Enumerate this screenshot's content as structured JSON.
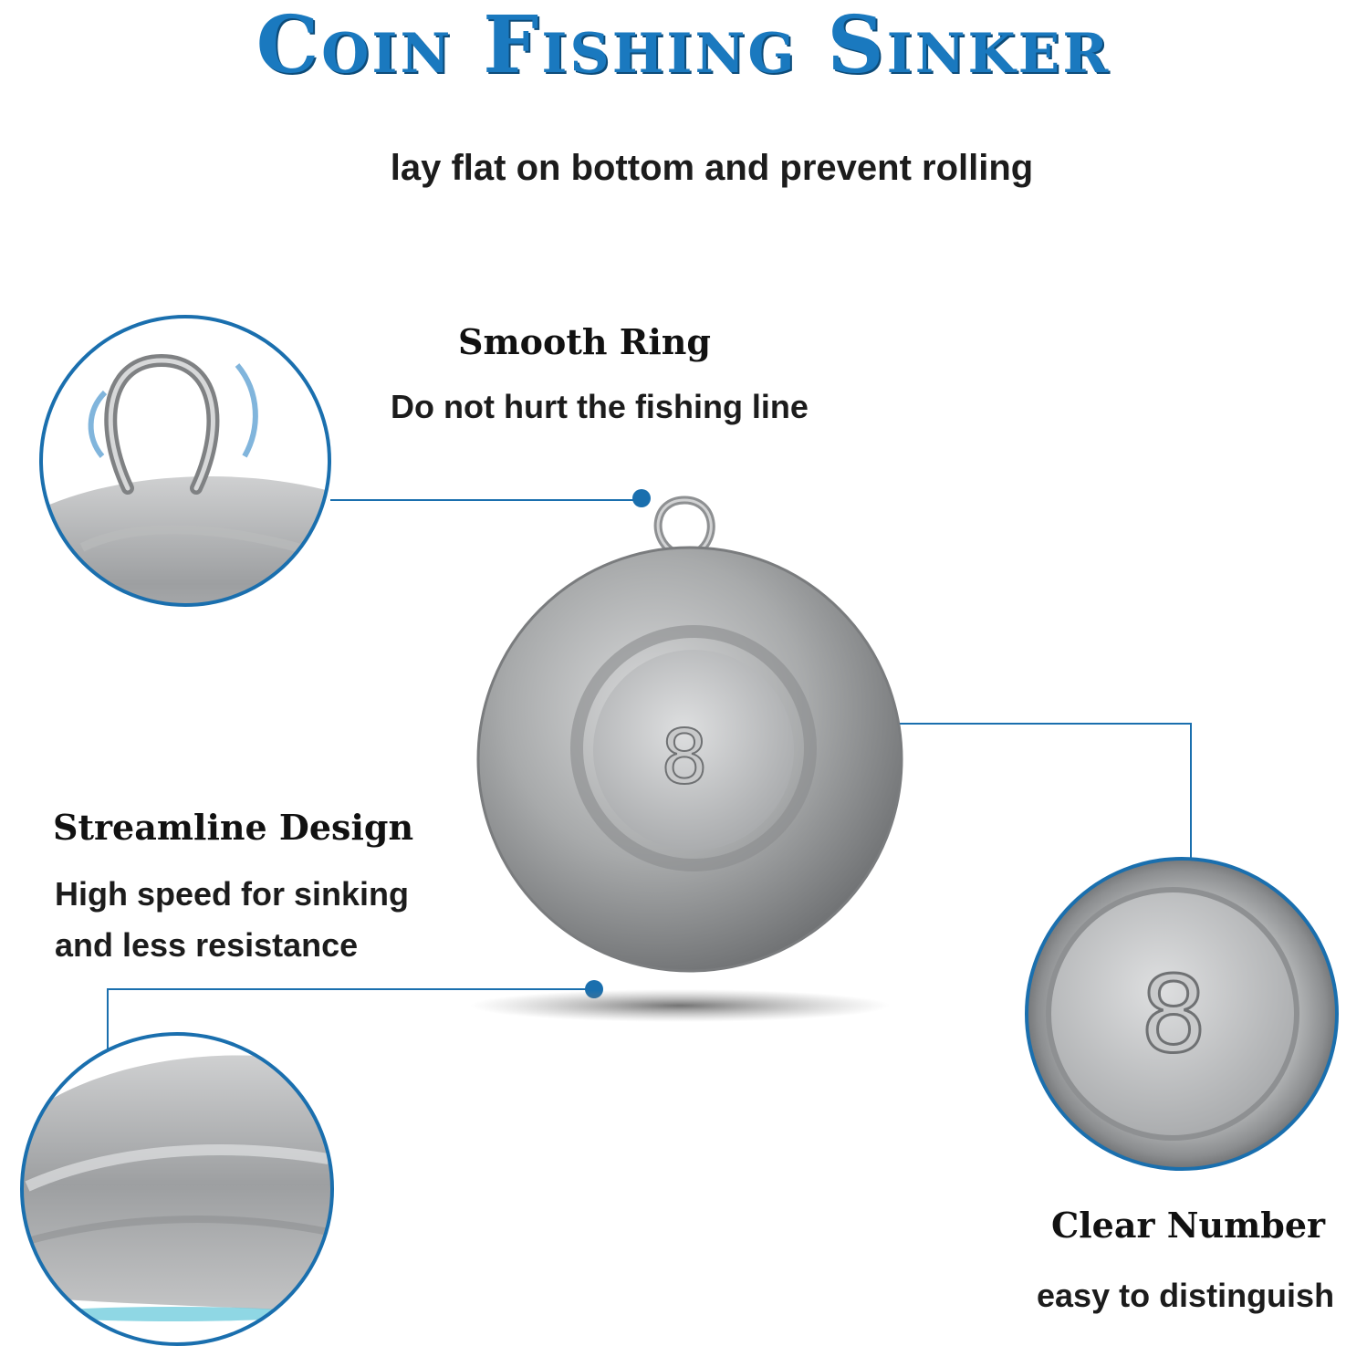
{
  "title": "Coin Fishing Sinker",
  "subtitle": "lay flat on bottom and prevent rolling",
  "features": {
    "smooth_ring": {
      "title": "Smooth Ring",
      "desc": "Do not hurt the fishing line"
    },
    "streamline": {
      "title": "Streamline Design",
      "desc_line1": "High speed for sinking",
      "desc_line2": "and less resistance"
    },
    "clear_number": {
      "title": "Clear Number",
      "desc": "easy to distinguish"
    }
  },
  "sinker_number": "8",
  "colors": {
    "accent": "#1a79bf",
    "line": "#1a6fae",
    "lead": "#a9abac"
  }
}
